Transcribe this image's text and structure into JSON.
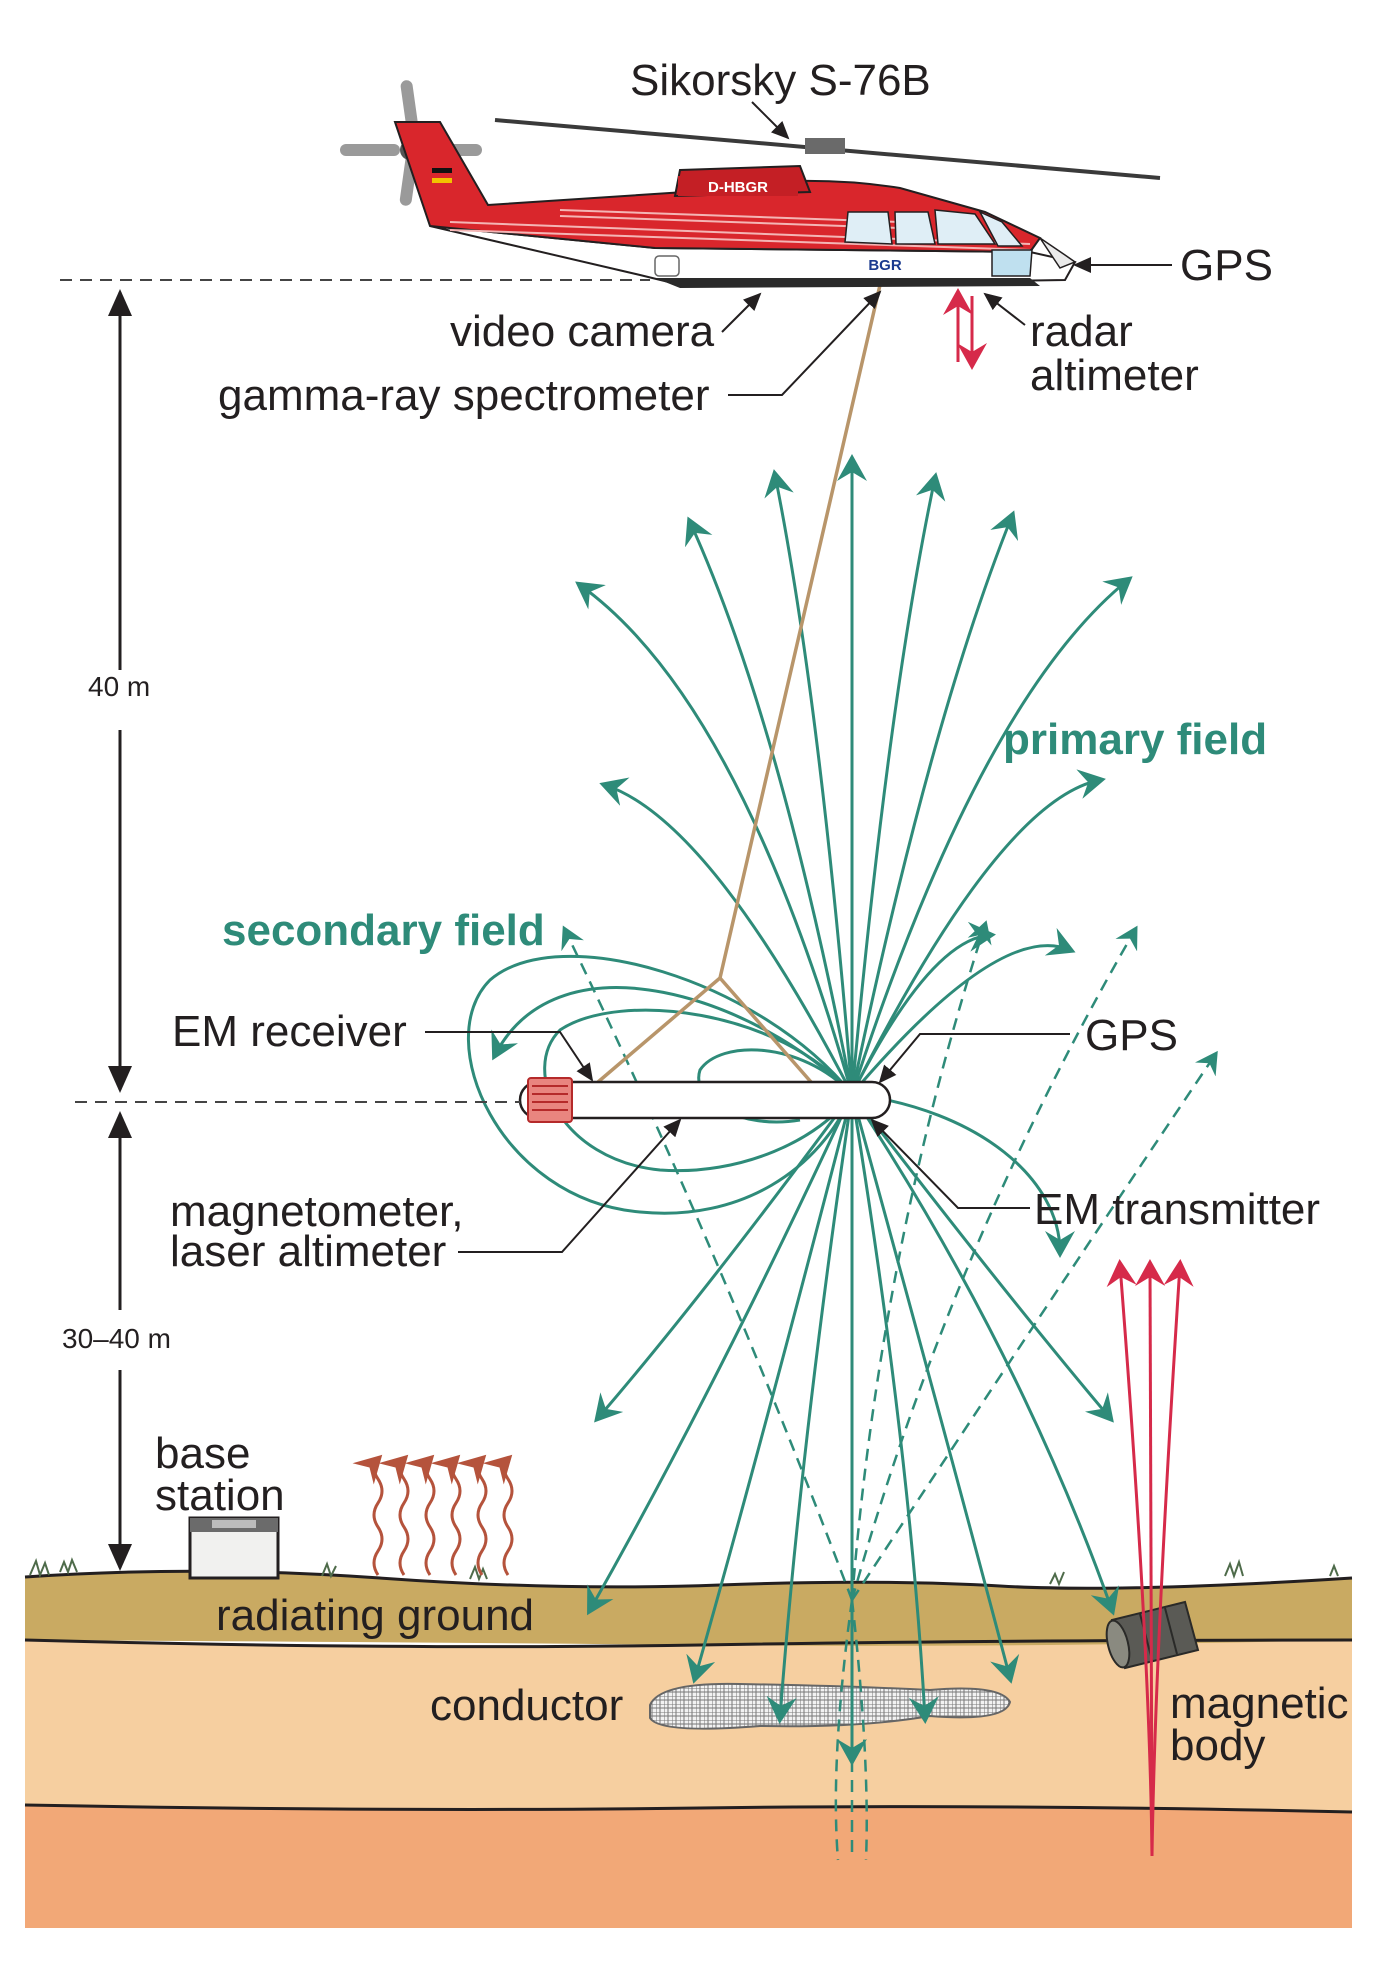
{
  "labels": {
    "helicopter_model": "Sikorsky S-76B",
    "registration": "D-HBGR",
    "operator_logo": "BGR",
    "gps_top": "GPS",
    "video_camera": "video camera",
    "gamma_ray": "gamma-ray spectrometer",
    "radar_line1": "radar",
    "radar_line2": "altimeter",
    "height_upper": "40 m",
    "height_lower": "30–40 m",
    "primary_field": "primary field",
    "secondary_field": "secondary field",
    "em_receiver": "EM receiver",
    "gps_bird": "GPS",
    "em_transmitter": "EM transmitter",
    "magnetometer_line1": "magnetometer,",
    "magnetometer_line2": "laser altimeter",
    "base_line1": "base",
    "base_line2": "station",
    "radiating_ground": "radiating ground",
    "conductor": "conductor",
    "magnetic_line1": "magnetic",
    "magnetic_line2": "body"
  },
  "colors": {
    "helicopter_red": "#d9262c",
    "field_green": "#2e8b79",
    "tow_cable": "#b8956a",
    "radar_red": "#d62a4a",
    "ground_top": "#c9aa62",
    "ground_mid": "#f6cfa0",
    "ground_deep": "#f2a877"
  }
}
